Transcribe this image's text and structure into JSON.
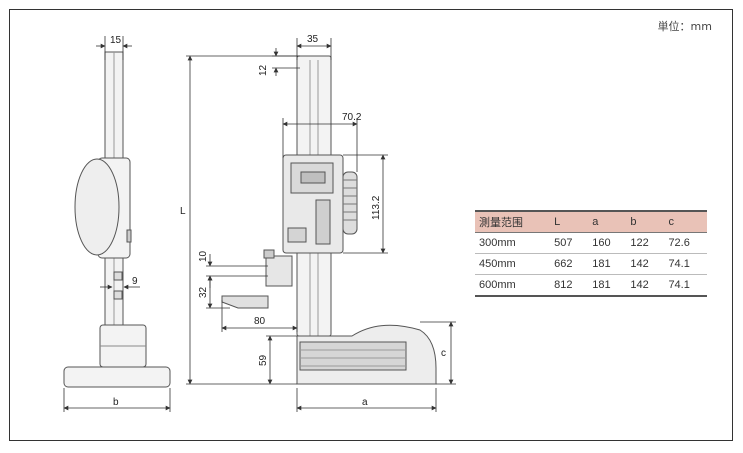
{
  "unit_label": "単位：mm",
  "dimensions": {
    "side_width": "15",
    "top_width": "35",
    "top_offset": "12",
    "head_width": "70.2",
    "head_height": "113.2",
    "jaw_gap": "10",
    "jaw_height": "32",
    "jaw_reach": "80",
    "scribe_thickness": "9",
    "base_height": "59",
    "label_L": "L",
    "label_a": "a",
    "label_b": "b",
    "label_c": "c"
  },
  "spec_table": {
    "headers": [
      "測量范围",
      "L",
      "a",
      "b",
      "c"
    ],
    "rows": [
      [
        "300mm",
        "507",
        "160",
        "122",
        "72.6"
      ],
      [
        "450mm",
        "662",
        "181",
        "142",
        "74.1"
      ],
      [
        "600mm",
        "812",
        "181",
        "142",
        "74.1"
      ]
    ]
  }
}
